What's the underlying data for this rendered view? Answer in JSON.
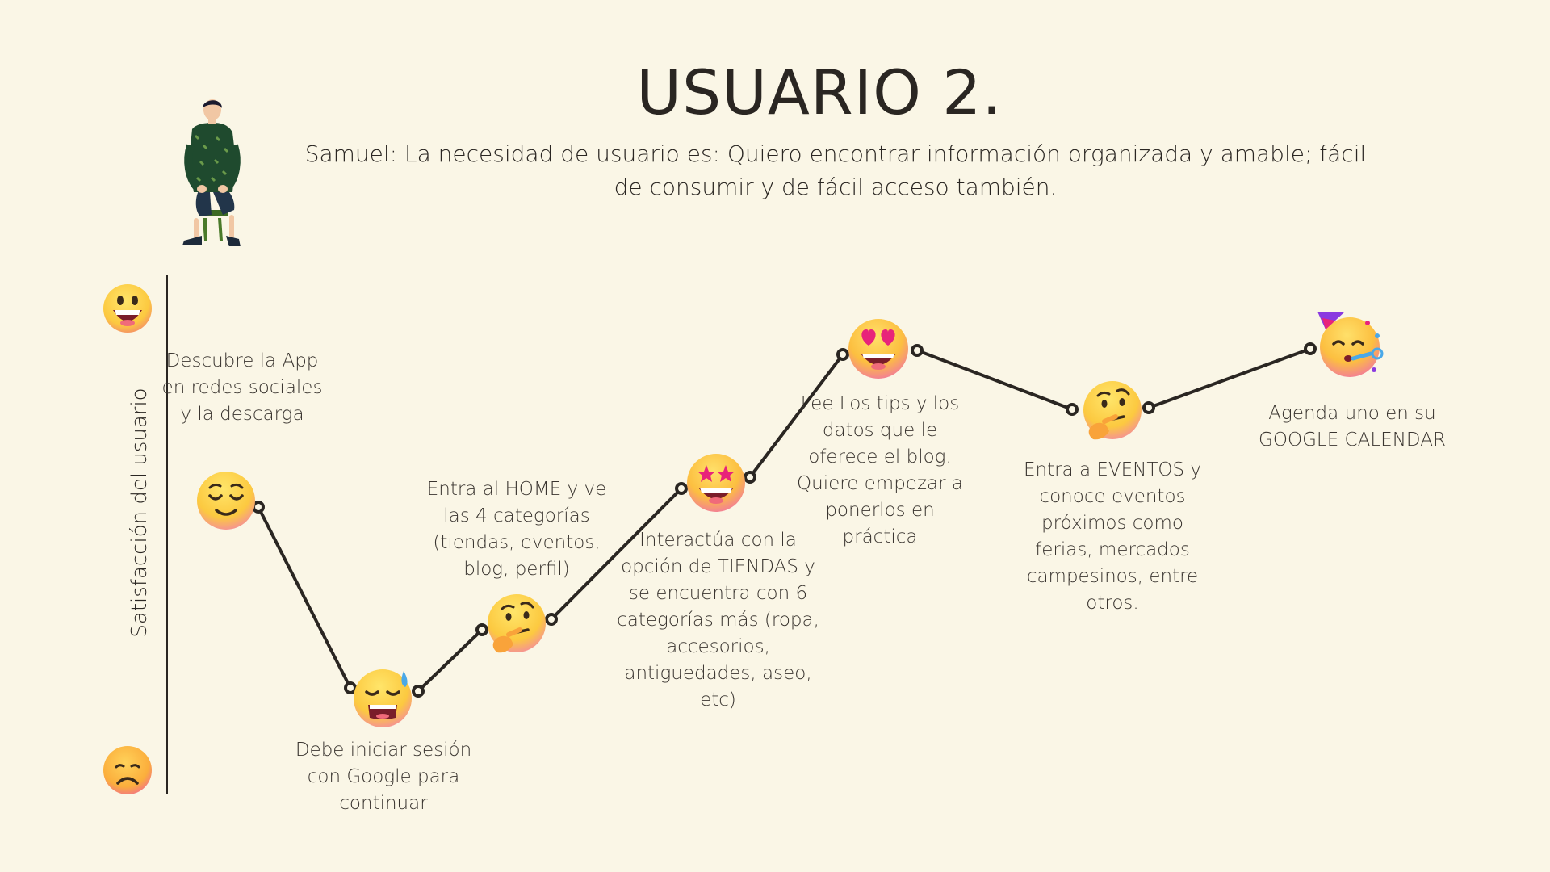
{
  "header": {
    "title": "USUARIO 2.",
    "subtitle": "Samuel: La necesidad de usuario es: Quiero encontrar información organizada y amable; fácil de consumir y de fácil acceso también."
  },
  "axis": {
    "label": "Satisfacción del usuario"
  },
  "steps": [
    {
      "text": "Descubre la App en redes sociales y la descarga",
      "emotion": "relieved-face-icon"
    },
    {
      "text": "Debe iniciar sesión con Google para continuar",
      "emotion": "tired-sweat-face-icon"
    },
    {
      "text": "Entra al HOME y ve las 4 categorías (tiendas, eventos, blog, perfil)",
      "emotion": "thinking-face-icon"
    },
    {
      "text": "Interactúa con la opción de TIENDAS y se encuentra con 6 categorías más (ropa, accesorios, antiguedades, aseo, etc)",
      "emotion": "star-struck-face-icon"
    },
    {
      "text": "Lee Los tips y los datos que le oferece el blog. Quiere empezar a ponerlos en práctica",
      "emotion": "heart-eyes-face-icon"
    },
    {
      "text": "Entra a EVENTOS y conoce eventos próximos como ferias, mercados campesinos, entre otros.",
      "emotion": "thinking-face-icon"
    },
    {
      "text": "Agenda uno en su GOOGLE CALENDAR",
      "emotion": "party-face-icon"
    }
  ],
  "colors": {
    "background": "#faf6e6",
    "line": "#2a2622",
    "emoji_yellow": "#fcc940",
    "emoji_pink": "#f277a0"
  }
}
